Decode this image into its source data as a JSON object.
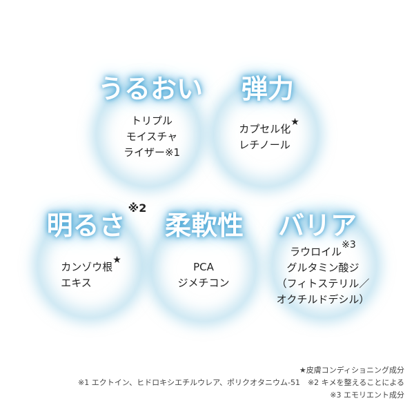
{
  "items": [
    {
      "title": "うるおい",
      "title_mark": "",
      "lines": [
        "トリプル",
        "モイスチャ",
        "ライザー※1"
      ],
      "line_mark": ""
    },
    {
      "title": "弾力",
      "title_mark": "",
      "lines": [
        "カプセル化",
        "レチノール"
      ],
      "line_mark": "★"
    },
    {
      "title": "明るさ",
      "title_mark": "※2",
      "lines": [
        "カンゾウ根",
        "エキス"
      ],
      "line_mark": "★"
    },
    {
      "title": "柔軟性",
      "title_mark": "",
      "lines": [
        "PCA",
        "ジメチコン"
      ],
      "line_mark": ""
    },
    {
      "title": "バリア",
      "title_mark": "",
      "lines": [
        "ラウロイル",
        "グルタミン酸ジ",
        "（フィトステリル／",
        "オクチルドデシル）"
      ],
      "line_mark": "※3"
    }
  ],
  "notes": [
    "★皮膚コンディショニング成分",
    "※1 エクトイン、ヒドロキシエチルウレア、ポリクオタニウム-51　※2 キメを整えることによる",
    "※3 エモリエント成分"
  ]
}
